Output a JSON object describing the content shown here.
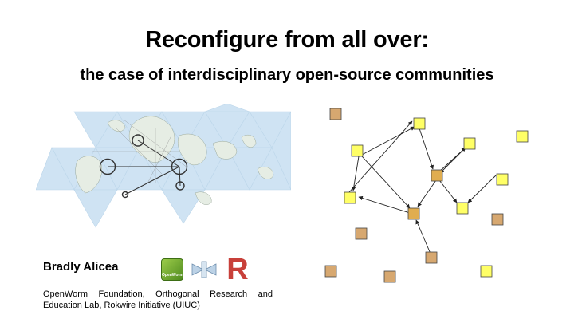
{
  "slide": {
    "title": "Reconfigure from all over:",
    "subtitle": "the case of interdisciplinary open-source communities",
    "author": "Bradly Alicea",
    "affiliation": "OpenWorm Foundation, Orthogonal Research and Education Lab, Rokwire Initiative (UIUC)"
  },
  "logos": {
    "openworm_text": "OpenWorm",
    "r_letter": "R"
  },
  "colors": {
    "ocean": "#cfe3f3",
    "land": "#e6ede4",
    "node_yellow": "#ffff66",
    "node_gold": "#e0ad4f",
    "node_tan": "#d7a870",
    "r_red": "#c8403a"
  }
}
